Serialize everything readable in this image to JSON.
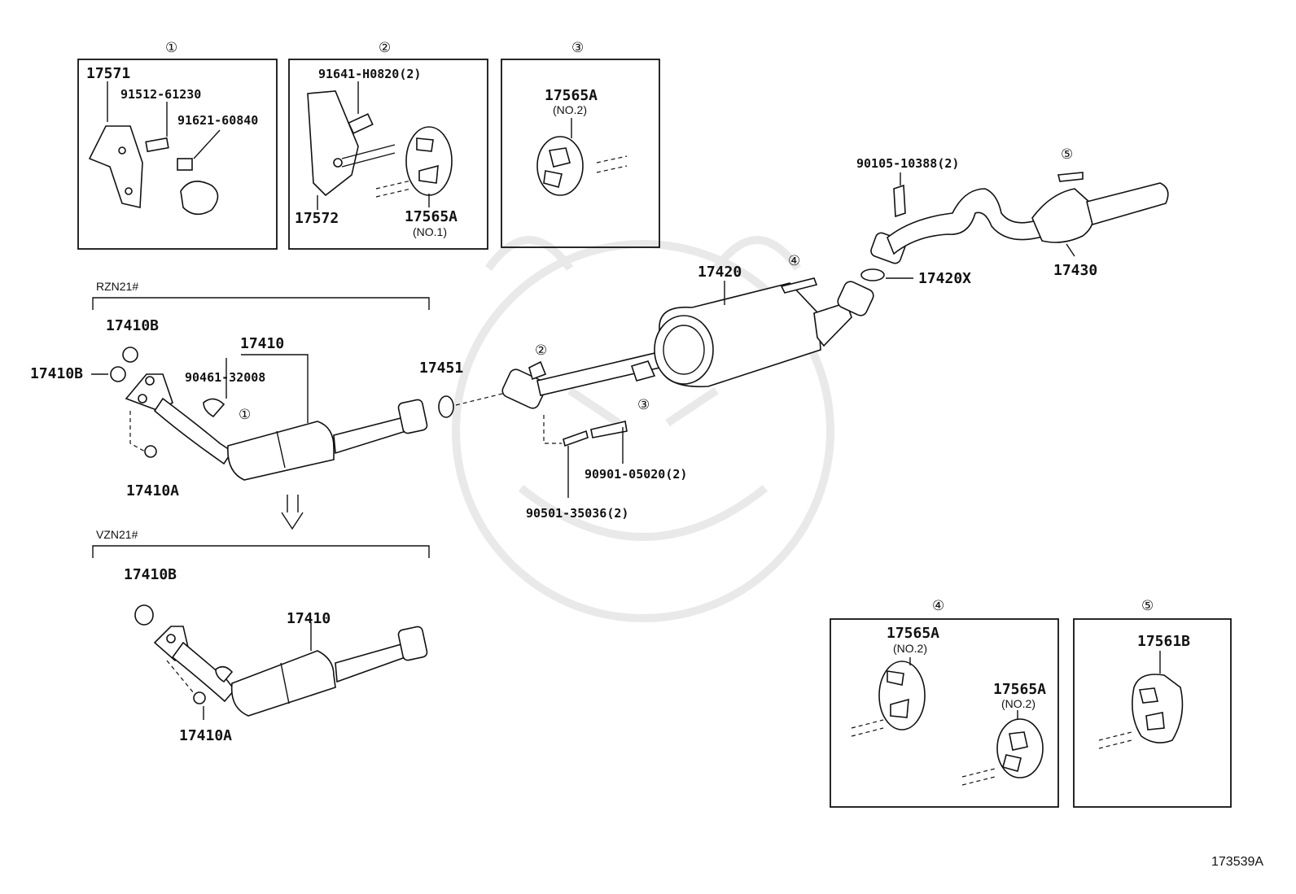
{
  "footer": {
    "code": "173539A"
  },
  "callouts": {
    "c1": "①",
    "c2": "②",
    "c3": "③",
    "c4": "④",
    "c5": "⑤"
  },
  "labels": {
    "rzn": "RZN21#",
    "vzn": "VZN21#",
    "box1": {
      "bracket": "17571",
      "bolt": "91512-61230",
      "nut": "91621-60840"
    },
    "box2": {
      "bolt": "91641-H0820(2)",
      "bracket": "17572",
      "hanger": "17565A",
      "hanger_sub": "(NO.1)"
    },
    "box3": {
      "hanger": "17565A",
      "hanger_sub": "(NO.2)"
    },
    "box4": {
      "hanger_a": "17565A",
      "hanger_a_sub": "(NO.2)",
      "hanger_b": "17565A",
      "hanger_b_sub": "(NO.2)"
    },
    "box5": {
      "hanger": "17561B"
    },
    "main": {
      "gasket_b1": "17410B",
      "gasket_b2": "17410B",
      "front_pipe": "17410",
      "clamp": "90461-32008",
      "nut_a": "17410A",
      "gasket_ring": "17451",
      "bolt_spring": "90901-05020(2)",
      "spring": "90501-35036(2)",
      "center_pipe": "17420",
      "gasket_x": "17420X",
      "bolt_tail": "90105-10388(2)",
      "tail_pipe": "17430"
    },
    "vzn_parts": {
      "gasket_b": "17410B",
      "front_pipe": "17410",
      "nut_a": "17410A"
    }
  }
}
